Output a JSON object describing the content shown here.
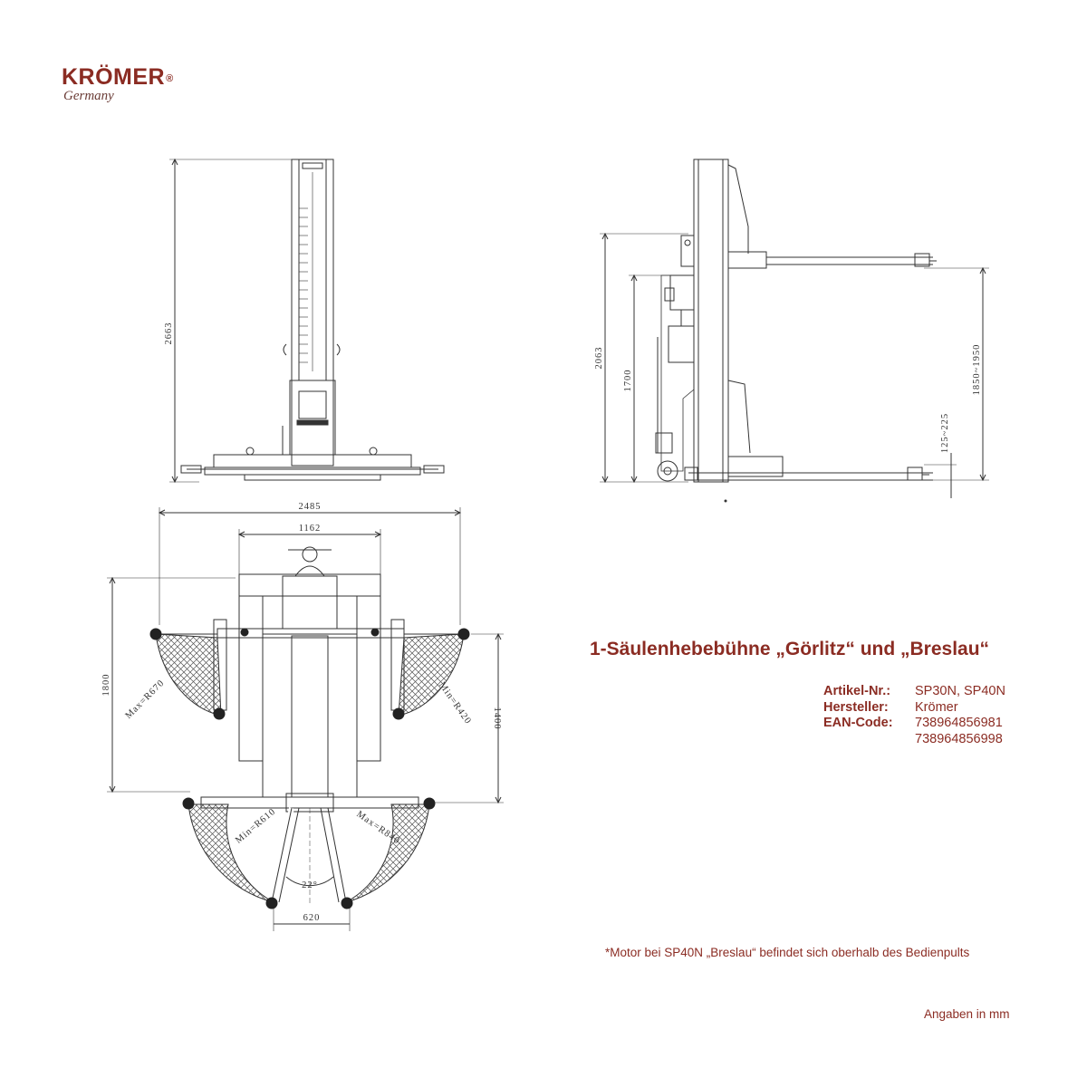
{
  "logo": {
    "brand": "KRÖMER",
    "reg": "®",
    "sub": "Germany"
  },
  "title": "1-Säulenhebebühne „Görlitz“ und „Breslau“",
  "specs": [
    {
      "label": "Artikel-Nr.:",
      "value": "SP30N, SP40N"
    },
    {
      "label": "Hersteller:",
      "value": "Krömer"
    },
    {
      "label": "EAN-Code:",
      "value": "738964856981"
    },
    {
      "label": "",
      "value": "738964856998"
    }
  ],
  "footnote": "*Motor bei SP40N „Breslau“ befindet sich oberhalb des Bedienpults",
  "units_note": "Angaben in mm",
  "dimensions": {
    "front_height": "2663",
    "side_total_height": "2063",
    "side_console_height": "1700",
    "side_arm_height": "1850~1950",
    "side_arm_low": "125~225",
    "top_width": "2485",
    "top_inner_width": "1162",
    "top_depth": "1800",
    "top_arm_depth": "1400",
    "radius_front_left": "Max=R670",
    "radius_front_right": "Min=R420",
    "radius_rear_left": "Min=R610",
    "radius_rear_right": "Max=R840",
    "angle": "22°",
    "rear_spacing": "620"
  },
  "colors": {
    "accent": "#8b2c23",
    "line": "#333333"
  }
}
